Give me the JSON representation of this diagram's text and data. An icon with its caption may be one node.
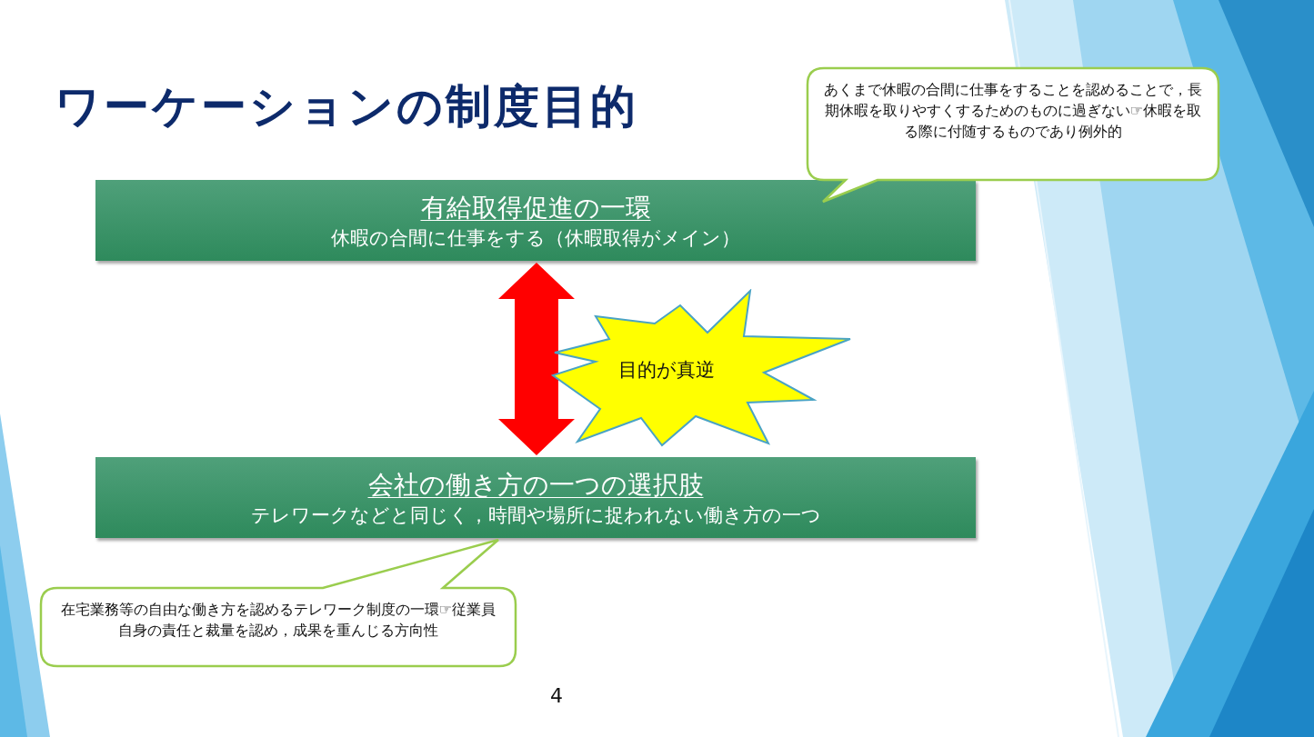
{
  "diagram": {
    "title": "ワーケーションの制度目的",
    "nodes": [
      {
        "text": [
          "有給取得促進の一環",
          "休暇の合間に仕事をする（休暇取得がメイン）"
        ]
      },
      {
        "text": [
          "会社の働き方の一つの選択肢",
          "テレワークなどと同じく，時間や場所に捉われない働き方の一つ"
        ]
      },
      {
        "text": [
          "あくまで休暇の合間に仕事をすることを認めることで，長期休暇を取りやすくするためのものに過ぎない☞休暇を取る際に付随するものであり例外的"
        ]
      },
      {
        "text": [
          "在宅業務等の自由な働き方を認めるテレワーク制度の一環☞従業員自身の責任と裁量を認め，成果を重んじる方向性"
        ]
      },
      {
        "text": [
          "目的が真逆"
        ]
      }
    ],
    "edges": [
      {
        "from": 0,
        "to": 1,
        "arrow": "both",
        "style": "thick",
        "color": "#ff0000"
      }
    ],
    "labels": [
      "4"
    ]
  }
}
